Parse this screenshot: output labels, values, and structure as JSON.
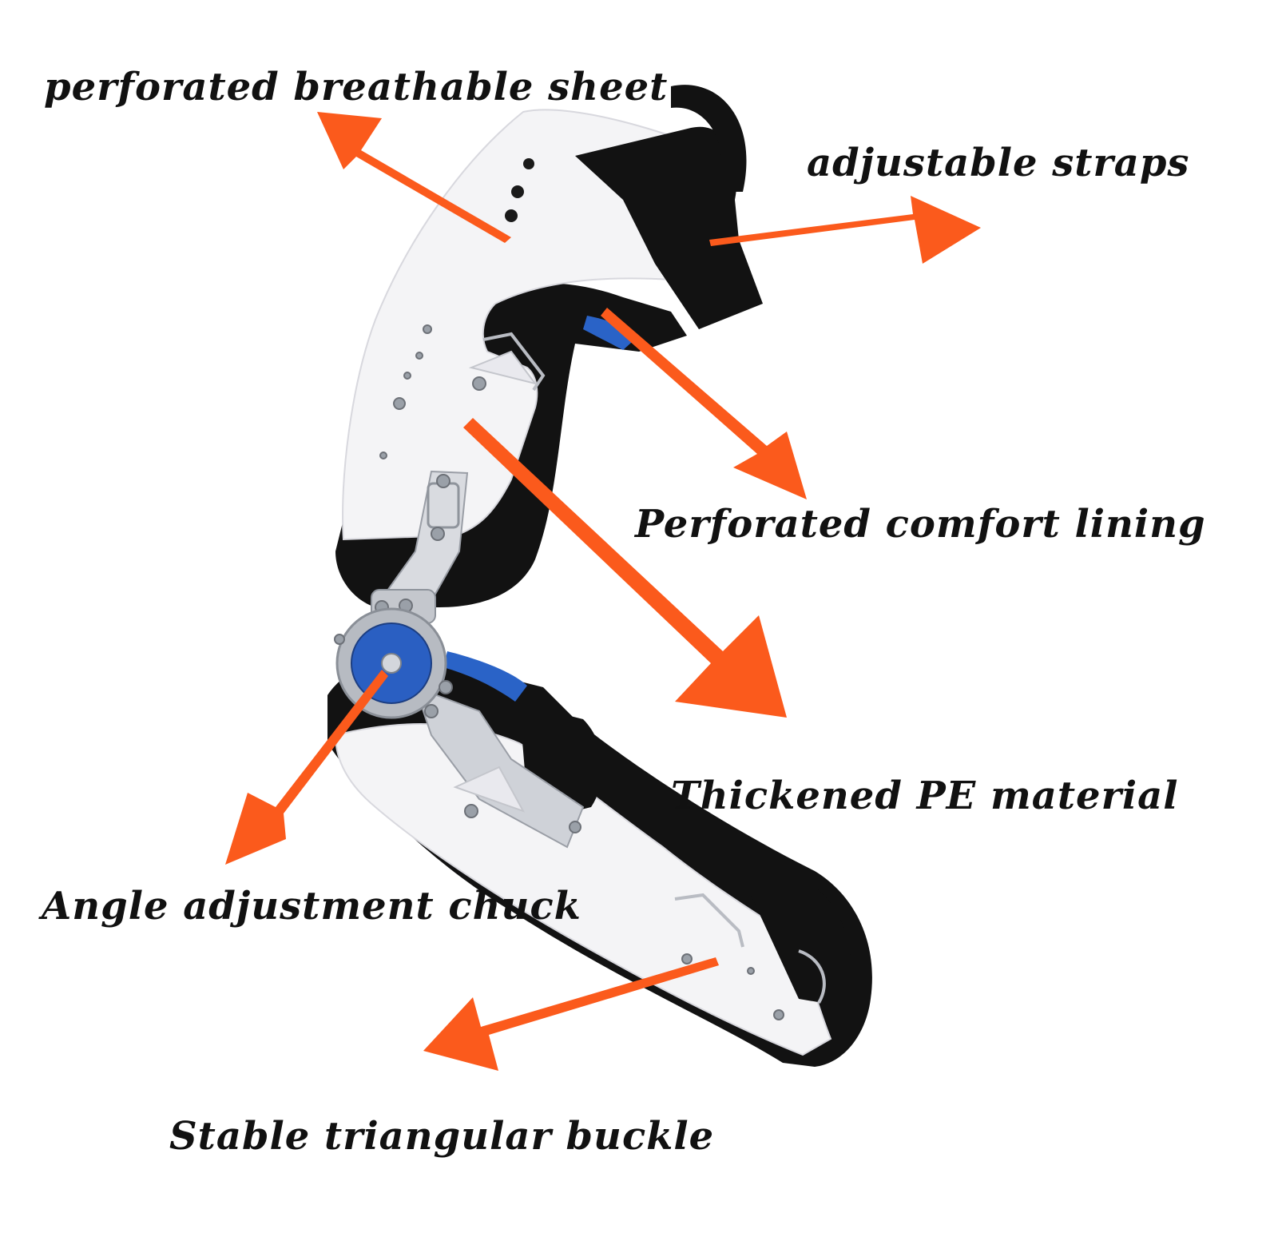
{
  "colors": {
    "arrow": "#fb5a1c",
    "shell": "#f4f4f6",
    "padding": "#121212",
    "lining_accent": "#2a63c7",
    "hinge_dial": "#2a5fc2",
    "metal": "#b9bcc3"
  },
  "annotations": {
    "perforated_sheet": "perforated breathable sheet",
    "adjustable_straps": "adjustable straps",
    "comfort_lining": "Perforated comfort lining",
    "pe_material": "Thickened PE material",
    "angle_chuck": "Angle adjustment chuck",
    "triangular_buckle": "Stable triangular buckle"
  }
}
